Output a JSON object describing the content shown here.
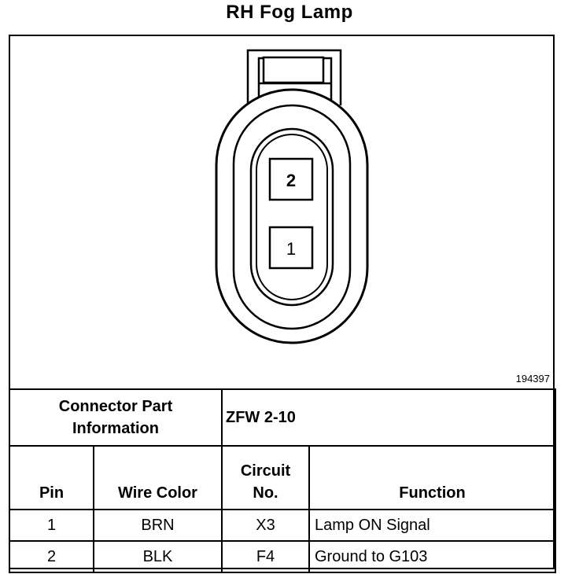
{
  "title": "RH Fog Lamp",
  "figure_number": "194397",
  "connector": {
    "pins": [
      "2",
      "1"
    ]
  },
  "table": {
    "connector_part_label_line1": "Connector Part",
    "connector_part_label_line2": "Information",
    "connector_part_value": "ZFW 2-10",
    "headers": {
      "pin": "Pin",
      "wire_color": "Wire Color",
      "circuit_line1": "Circuit",
      "circuit_line2": "No.",
      "function": "Function"
    },
    "rows": [
      {
        "pin": "1",
        "wire_color": "BRN",
        "circuit": "X3",
        "function": "Lamp ON Signal"
      },
      {
        "pin": "2",
        "wire_color": "BLK",
        "circuit": "F4",
        "function": "Ground to G103"
      }
    ]
  }
}
